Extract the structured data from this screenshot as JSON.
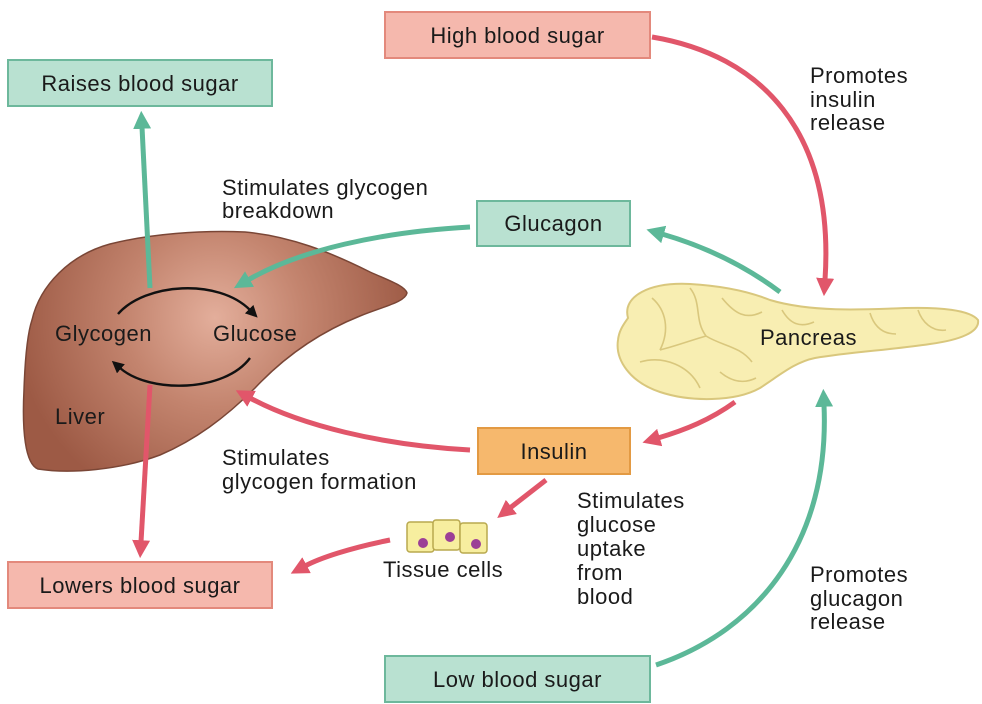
{
  "boxes": {
    "high_blood_sugar": "High blood sugar",
    "raises_blood_sugar": "Raises blood sugar",
    "glucagon": "Glucagon",
    "insulin": "Insulin",
    "lowers_blood_sugar": "Lowers blood sugar",
    "low_blood_sugar": "Low blood sugar"
  },
  "labels": {
    "promotes_insulin_release": [
      "Promotes",
      "insulin",
      "release"
    ],
    "stimulates_glycogen_breakdown": [
      "Stimulates glycogen",
      "breakdown"
    ],
    "stimulates_glycogen_formation": [
      "Stimulates",
      "glycogen formation"
    ],
    "stimulates_glucose_uptake": [
      "Stimulates",
      "glucose",
      "uptake",
      "from",
      "blood"
    ],
    "promotes_glucagon_release": [
      "Promotes",
      "glucagon",
      "release"
    ]
  },
  "organs": {
    "liver": "Liver",
    "glycogen": "Glycogen",
    "glucose": "Glucose",
    "pancreas": "Pancreas",
    "tissue_cells": "Tissue cells"
  },
  "colors": {
    "pink_fill": "#f5b8ad",
    "pink_border": "#e3897c",
    "green_fill": "#b9e1d1",
    "green_border": "#6db89c",
    "orange_fill": "#f6b86d",
    "orange_border": "#e39a43",
    "red_arrow": "#e1566a",
    "green_arrow": "#5cb898",
    "cycle_arrow": "#111111",
    "liver_light": "#e3ae9b",
    "liver_mid": "#c3846e",
    "liver_dark": "#9d5a45",
    "liver_outline": "#7a4636",
    "pancreas_fill": "#f8eeb2",
    "pancreas_outline": "#d9c77d",
    "cell_fill": "#f7ee9f",
    "cell_outline": "#b9a94f",
    "nucleus": "#9c3f96"
  }
}
